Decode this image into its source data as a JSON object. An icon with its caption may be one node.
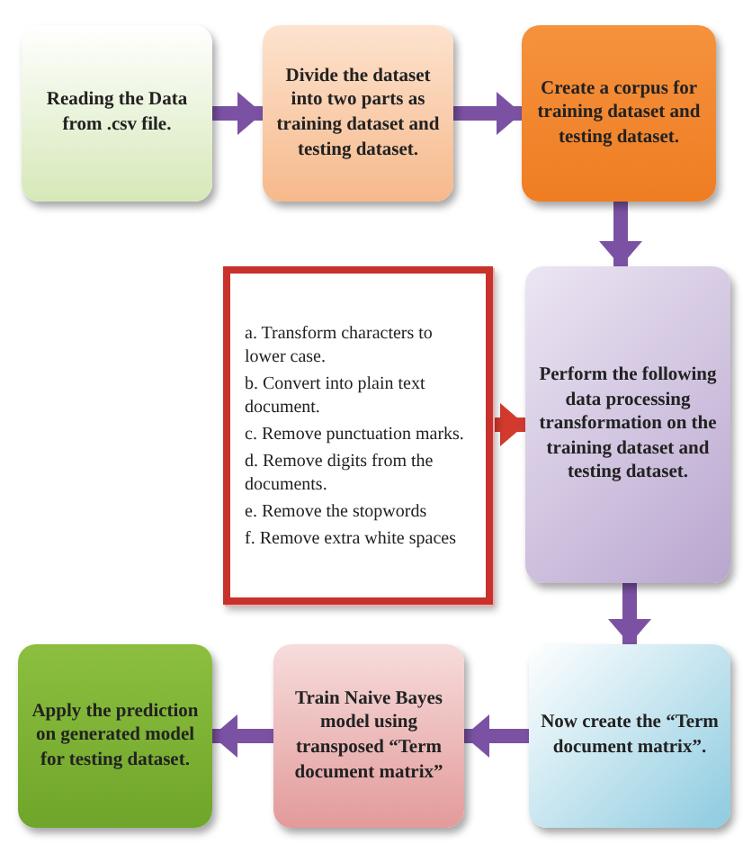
{
  "diagram": {
    "nodes": [
      {
        "text": [
          "Reading the Data from .csv file."
        ]
      },
      {
        "text": [
          "Divide the dataset into two parts as training dataset and testing dataset."
        ]
      },
      {
        "text": [
          "Create a corpus for training dataset and testing dataset."
        ]
      },
      {
        "text": [
          "a. Transform characters to lower case.",
          "b. Convert into plain text document.",
          "c. Remove punctuation marks.",
          "d. Remove digits from the documents.",
          "e. Remove the stopwords",
          "f. Remove extra white spaces"
        ]
      },
      {
        "text": [
          "Perform the following data processing transformation on the training dataset and testing dataset."
        ]
      },
      {
        "text": [
          "Now create the “Term document matrix”."
        ]
      },
      {
        "text": [
          "Train Naive Bayes model using transposed “Term document matrix”"
        ]
      },
      {
        "text": [
          "Apply the prediction on generated model for testing dataset."
        ]
      }
    ],
    "edges": [
      {
        "from": 0,
        "to": 1,
        "arrow": "to"
      },
      {
        "from": 1,
        "to": 2,
        "arrow": "to"
      },
      {
        "from": 2,
        "to": 4,
        "arrow": "to"
      },
      {
        "from": 3,
        "to": 4,
        "arrow": "to",
        "color": "#d23a2e"
      },
      {
        "from": 4,
        "to": 5,
        "arrow": "to"
      },
      {
        "from": 5,
        "to": 6,
        "arrow": "to"
      },
      {
        "from": 6,
        "to": 7,
        "arrow": "to"
      }
    ]
  }
}
